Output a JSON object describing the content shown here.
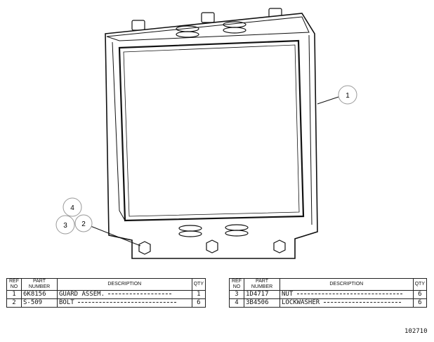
{
  "callouts": {
    "c1": "1",
    "c2": "2",
    "c3": "3",
    "c4": "4"
  },
  "table_headers": {
    "ref": "REF NO",
    "part_number": "PART NUMBER",
    "description": "DESCRIPTION",
    "qty": "QTY"
  },
  "parts_left": [
    {
      "ref": "1",
      "part_number": "6K8156",
      "description": "GUARD ASSEM.",
      "qty": "1"
    },
    {
      "ref": "2",
      "part_number": "S-509",
      "description": "BOLT",
      "qty": "6"
    }
  ],
  "parts_right": [
    {
      "ref": "3",
      "part_number": "1D4717",
      "description": "NUT",
      "qty": "6"
    },
    {
      "ref": "4",
      "part_number": "3B4506",
      "description": "LOCKWASHER",
      "qty": "6"
    }
  ],
  "figure_number": "102710"
}
